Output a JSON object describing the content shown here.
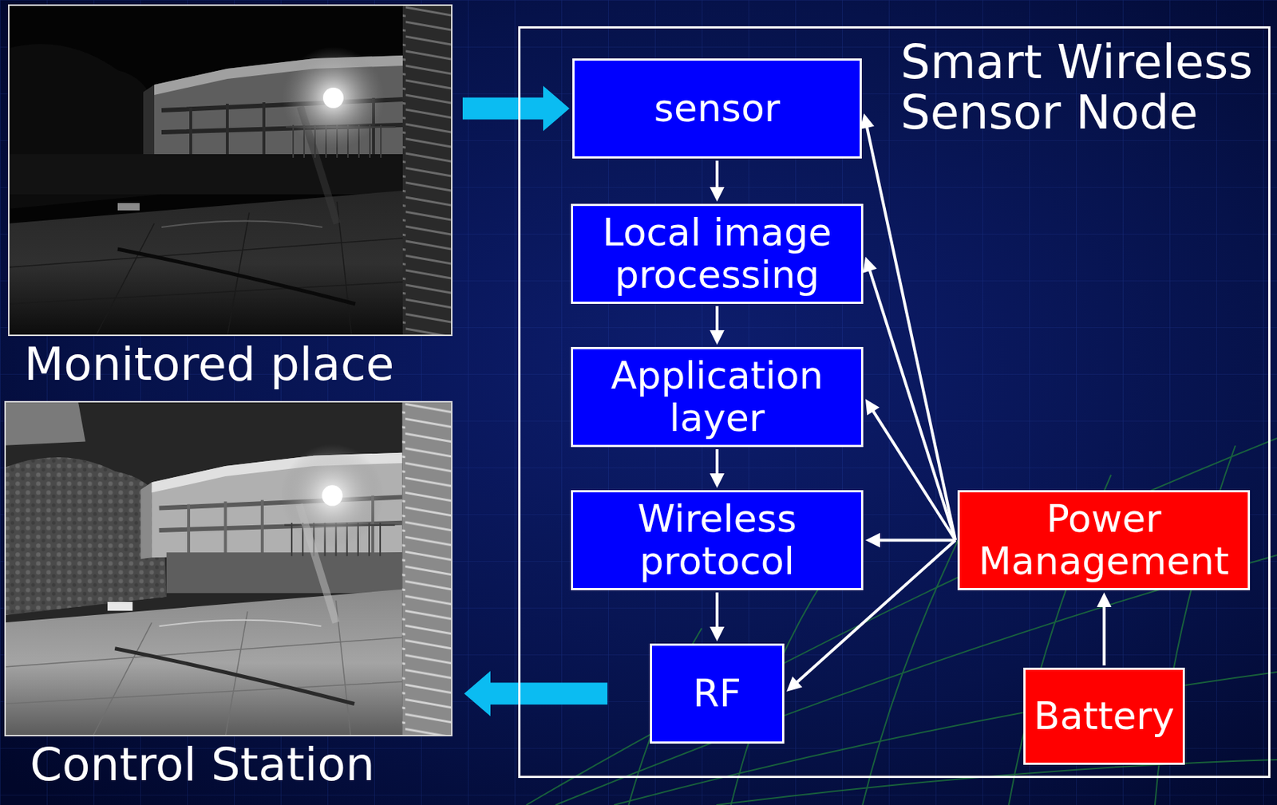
{
  "diagram": {
    "nodes": [
      {
        "text": [
          "Monitored place"
        ]
      },
      {
        "text": [
          "Control Station"
        ]
      },
      {
        "text": [
          "Smart Wireless Sensor Node"
        ]
      },
      {
        "text": [
          "sensor"
        ],
        "in": 2
      },
      {
        "text": [
          "Local image processing"
        ],
        "in": 2
      },
      {
        "text": [
          "Application layer"
        ],
        "in": 2
      },
      {
        "text": [
          "Wireless protocol"
        ],
        "in": 2
      },
      {
        "text": [
          "RF"
        ],
        "in": 2
      },
      {
        "text": [
          "Power Management"
        ],
        "in": 2
      },
      {
        "text": [
          "Battery"
        ],
        "in": 2
      }
    ],
    "edges": [
      {
        "from": 0,
        "to": 3,
        "arrow": "to"
      },
      {
        "from": 3,
        "to": 4,
        "arrow": "to"
      },
      {
        "from": 4,
        "to": 5,
        "arrow": "to"
      },
      {
        "from": 5,
        "to": 6,
        "arrow": "to"
      },
      {
        "from": 6,
        "to": 7,
        "arrow": "to"
      },
      {
        "from": 7,
        "to": 1,
        "arrow": "to"
      },
      {
        "from": 9,
        "to": 8,
        "arrow": "to"
      },
      {
        "from": 8,
        "to": 3,
        "arrow": "to"
      },
      {
        "from": 8,
        "to": 4,
        "arrow": "to"
      },
      {
        "from": 8,
        "to": 5,
        "arrow": "to"
      },
      {
        "from": 8,
        "to": 6,
        "arrow": "to"
      },
      {
        "from": 8,
        "to": 7,
        "arrow": "to"
      }
    ]
  }
}
